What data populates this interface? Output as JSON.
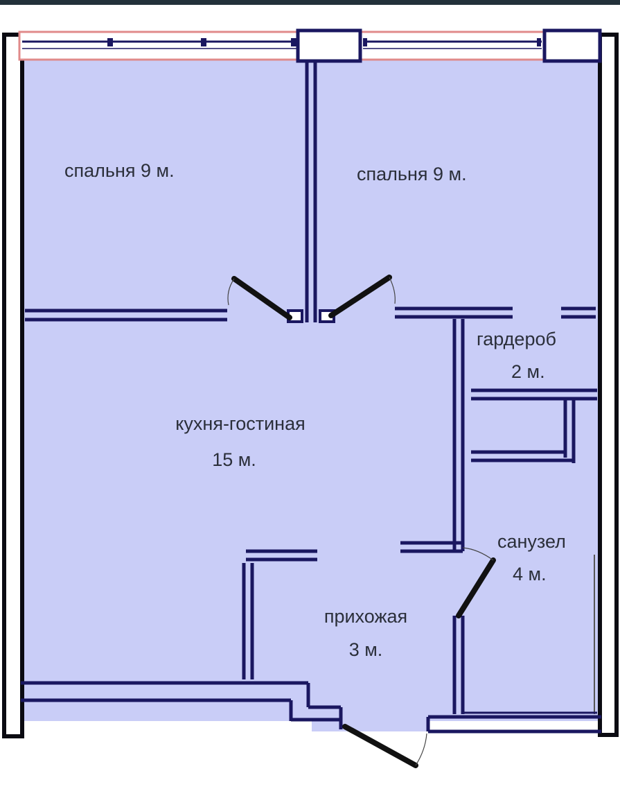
{
  "rooms": {
    "bedroom_1": {
      "name": "спальня 9 м."
    },
    "bedroom_2": {
      "name": "спальня 9 м."
    },
    "wardrobe": {
      "name": "гардероб",
      "area": "2 м."
    },
    "kitchen_living": {
      "name": "кухня-гостиная",
      "area": "15 м."
    },
    "bathroom": {
      "name": "санузел",
      "area": "4 м."
    },
    "hallway": {
      "name": "прихожая",
      "area": "3 м."
    }
  },
  "colors": {
    "floor": "#c9cdf7",
    "wall": "#1a1760",
    "wall_inner": "#3b3a9a",
    "outer_wall": "#0b0b12",
    "window_frame": "#e08a8a",
    "door": "#111111",
    "top_band": "#23313a"
  }
}
